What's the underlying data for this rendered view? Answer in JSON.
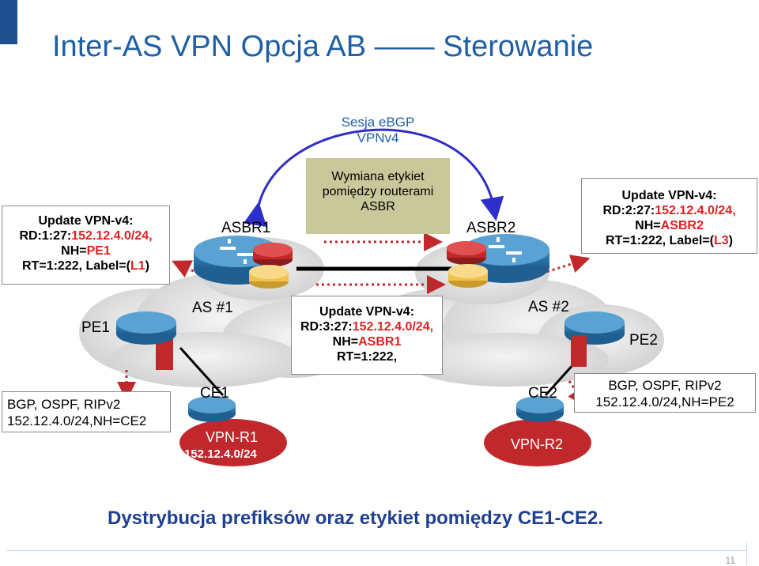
{
  "title": "Inter-AS VPN Opcja AB  ——  Sterowanie",
  "ebgp_session": {
    "line1": "Sesja eBGP",
    "line2": "VPNv4"
  },
  "label_exchange": {
    "line1": "Wymiana etykiet",
    "line2": "pomiędzy routerami",
    "line3": "ASBR"
  },
  "routers": {
    "asbr1": "ASBR1",
    "asbr2": "ASBR2",
    "pe1": "PE1",
    "pe2": "PE2",
    "ce1": "CE1",
    "ce2": "CE2"
  },
  "as_labels": {
    "as1": "AS #1",
    "as2": "AS #2"
  },
  "vpn_sites": {
    "r1_name": "VPN-R1",
    "r1_prefix": "152.12.4.0/24",
    "r2_name": "VPN-R2"
  },
  "update_left": {
    "l1": "Update VPN-v4:",
    "l2a": "RD:1:27:",
    "l2b": "152.12.4.0/24,",
    "l3a": "NH=",
    "l3b": "PE1",
    "l4a": "RT=1:222, Label=(",
    "l4b": "L1",
    "l4c": ")"
  },
  "update_middle": {
    "l1": "Update VPN-v4:",
    "l2a": "RD:3:27:",
    "l2b": "152.12.4.0/24,",
    "l3a": "NH=",
    "l3b": "ASBR1",
    "l4": "RT=1:222,"
  },
  "update_right": {
    "l1": "Update VPN-v4:",
    "l2a": "RD:2:27:",
    "l2b": "152.12.4.0/24,",
    "l3a": "NH=",
    "l3b": "ASBR2",
    "l4a": "RT=1:222, Label=(",
    "l4b": "L3",
    "l4c": ")"
  },
  "igp_left": {
    "l1": "BGP, OSPF, RIPv2",
    "l2": "152.12.4.0/24,NH=CE2"
  },
  "igp_right": {
    "l1": "BGP, OSPF, RIPv2",
    "l2": "152.12.4.0/24,NH=PE2"
  },
  "footer": "Dystrybucja prefiksów oraz etykiet pomiędzy CE1-CE2.",
  "page_number": "11",
  "colors": {
    "title": "#1f5fa5",
    "router": "#2f7fb8",
    "accent_red": "#e02020",
    "vrf_red": "#c0282c",
    "vrf_yellow": "#f2c14e",
    "label_box": "#c9c89a",
    "footer": "#1f3f8f"
  }
}
